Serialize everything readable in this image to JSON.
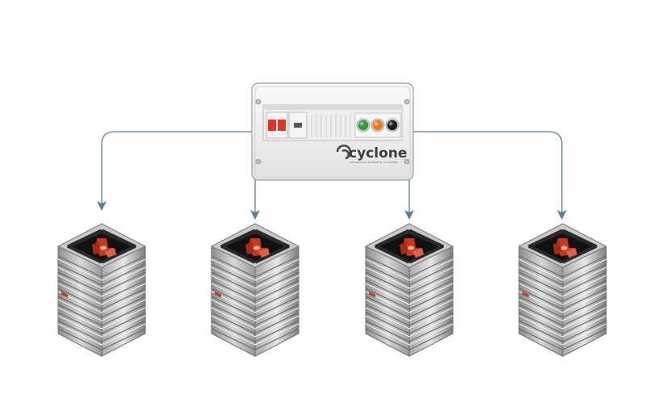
{
  "control_box": {
    "brand": "cyclone",
    "tagline": "commercial ventilation & cooling",
    "lights": [
      {
        "name": "green-indicator",
        "color": "#2e9b3a"
      },
      {
        "name": "orange-indicator",
        "color": "#f07a12"
      },
      {
        "name": "black-indicator",
        "color": "#1a1a1a"
      }
    ],
    "breaker_color": "#e0342a"
  },
  "units": [
    {
      "name": "unit-1"
    },
    {
      "name": "unit-2"
    },
    {
      "name": "unit-3"
    },
    {
      "name": "unit-4"
    }
  ],
  "connector_color": "#5a7d96"
}
